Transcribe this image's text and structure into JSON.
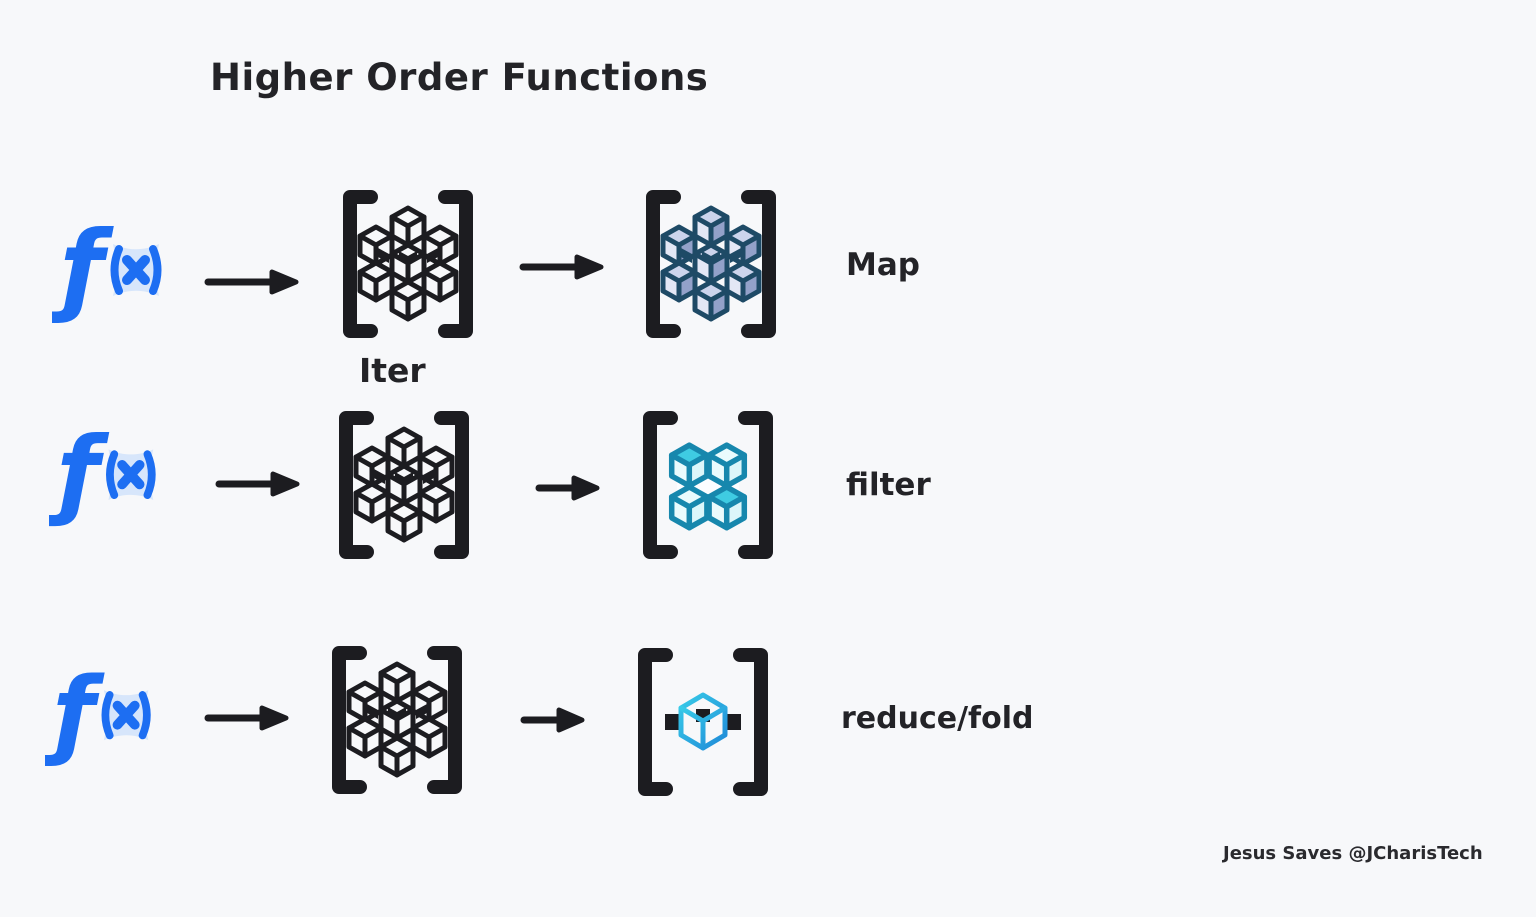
{
  "title": "Higher Order Functions",
  "attribution": "Jesus Saves @JCharisTech",
  "diagram": {
    "fx_glyph": "ƒ",
    "fx_label": "f(x)",
    "iter_label": "Iter",
    "rows": [
      {
        "label": "Map",
        "input_icon": "iterable-cubes-icon",
        "output_icon": "mapped-cubes-icon"
      },
      {
        "label": "filter",
        "input_icon": "iterable-cubes-icon",
        "output_icon": "filtered-cubes-icon"
      },
      {
        "label": "reduce/fold",
        "input_icon": "iterable-cubes-icon",
        "output_icon": "reduced-cube-icon"
      }
    ]
  },
  "colors": {
    "background": "#f7f8fa",
    "ink": "#1c1c20",
    "text": "#232327",
    "function_blue": "#1d6ef2",
    "function_blue_light": "#d7e6fb",
    "map_outline": "#1e4a66",
    "map_face_top": "#ccd4ec",
    "map_face_left": "#e3e7f5",
    "map_face_right": "#93a1c9",
    "filter_outline": "#1787ad",
    "filter_face_top_bright": "#3fcbe2",
    "filter_face_light": "#eafbfd",
    "reduce_gradient_start": "#38cbe8",
    "reduce_gradient_end": "#1f8ad8"
  }
}
